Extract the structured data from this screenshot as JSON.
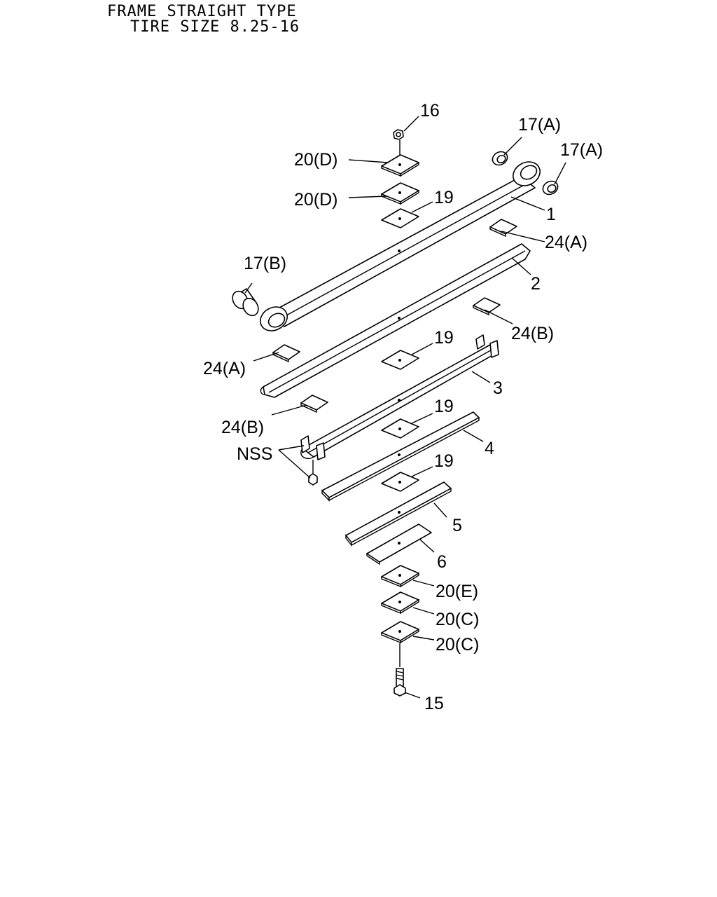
{
  "header": {
    "line1": "FRAME STRAIGHT TYPE",
    "line2": "TIRE SIZE 8.25-16"
  },
  "callouts": {
    "p16": "16",
    "p17a_1": "17(A)",
    "p17a_2": "17(A)",
    "p20d_1": "20(D)",
    "p20d_2": "20(D)",
    "p19_1": "19",
    "p1": "1",
    "p24a_1": "24(A)",
    "p17b": "17(B)",
    "p2": "2",
    "p24b_1": "24(B)",
    "p19_2": "19",
    "p24a_2": "24(A)",
    "p3": "3",
    "p24b_2": "24(B)",
    "p19_3": "19",
    "nss": "NSS",
    "p4": "4",
    "p19_4": "19",
    "p5": "5",
    "p6": "6",
    "p20e": "20(E)",
    "p20c_1": "20(C)",
    "p20c_2": "20(C)",
    "p15": "15"
  }
}
